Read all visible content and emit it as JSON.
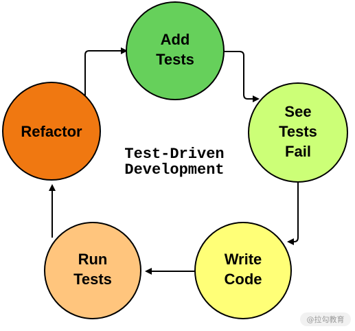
{
  "diagram": {
    "center_title": {
      "line1": "Test-Driven",
      "line2": "Development"
    },
    "nodes": [
      {
        "id": "add-tests",
        "lines": [
          "Add",
          "Tests"
        ],
        "color": "#66d05b"
      },
      {
        "id": "see-tests-fail",
        "lines": [
          "See",
          "Tests",
          "Fail"
        ],
        "color": "#ccff77"
      },
      {
        "id": "write-code",
        "lines": [
          "Write",
          "Code"
        ],
        "color": "#ffff77"
      },
      {
        "id": "run-tests",
        "lines": [
          "Run",
          "Tests"
        ],
        "color": "#ffc57d"
      },
      {
        "id": "refactor",
        "lines": [
          "Refactor"
        ],
        "color": "#f07811"
      }
    ],
    "edges": [
      {
        "from": "add-tests",
        "to": "see-tests-fail"
      },
      {
        "from": "see-tests-fail",
        "to": "write-code"
      },
      {
        "from": "write-code",
        "to": "run-tests"
      },
      {
        "from": "run-tests",
        "to": "refactor"
      },
      {
        "from": "refactor",
        "to": "add-tests"
      }
    ]
  },
  "watermark": {
    "icon": "lagou-logo-icon",
    "text": "@拉勾教育"
  }
}
